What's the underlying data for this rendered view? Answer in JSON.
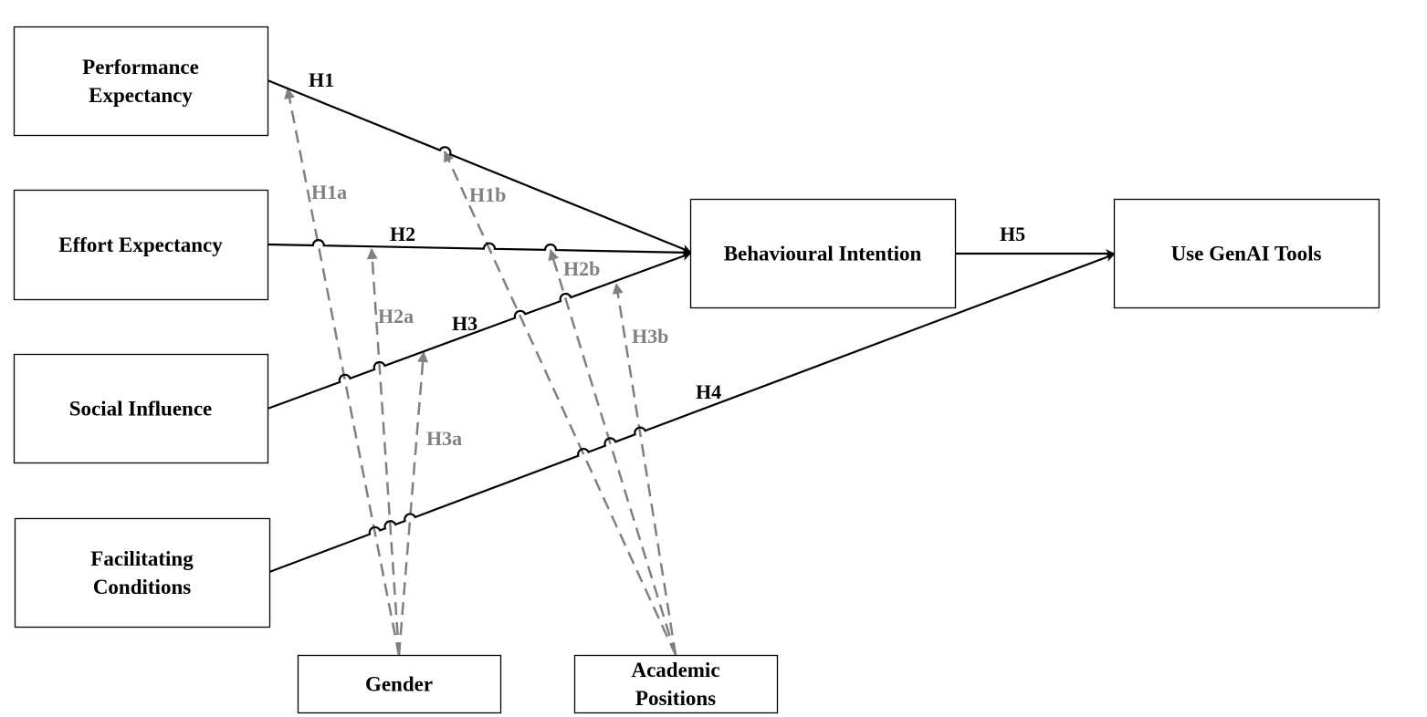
{
  "diagram": {
    "type": "research-model",
    "colors": {
      "construct_border": "#000000",
      "direct_path": "#000000",
      "moderation_path": "#808080",
      "direct_label": "#000000",
      "moderation_label": "#808080"
    },
    "constructs": [
      {
        "id": "pe",
        "lines": [
          "Performance",
          "Expectancy"
        ]
      },
      {
        "id": "ee",
        "lines": [
          "Effort Expectancy"
        ]
      },
      {
        "id": "si",
        "lines": [
          "Social Influence"
        ]
      },
      {
        "id": "fc",
        "lines": [
          "Facilitating",
          "Conditions"
        ]
      },
      {
        "id": "bi",
        "lines": [
          "Behavioural Intention"
        ]
      },
      {
        "id": "use",
        "lines": [
          "Use GenAI Tools"
        ]
      },
      {
        "id": "gender",
        "lines": [
          "Gender"
        ]
      },
      {
        "id": "academic",
        "lines": [
          "Academic",
          "Positions"
        ]
      }
    ],
    "direct_paths": [
      {
        "id": "H1",
        "label": "H1",
        "from": "pe",
        "to": "bi"
      },
      {
        "id": "H2",
        "label": "H2",
        "from": "ee",
        "to": "bi"
      },
      {
        "id": "H3",
        "label": "H3",
        "from": "si",
        "to": "bi"
      },
      {
        "id": "H4",
        "label": "H4",
        "from": "fc",
        "to": "use"
      },
      {
        "id": "H5",
        "label": "H5",
        "from": "bi",
        "to": "use"
      }
    ],
    "moderation_paths": [
      {
        "id": "H1a",
        "label": "H1a",
        "moderator": "gender",
        "target_path": "H1"
      },
      {
        "id": "H2a",
        "label": "H2a",
        "moderator": "gender",
        "target_path": "H2"
      },
      {
        "id": "H3a",
        "label": "H3a",
        "moderator": "gender",
        "target_path": "H3"
      },
      {
        "id": "H1b",
        "label": "H1b",
        "moderator": "academic",
        "target_path": "H1"
      },
      {
        "id": "H2b",
        "label": "H2b",
        "moderator": "academic",
        "target_path": "H2"
      },
      {
        "id": "H3b",
        "label": "H3b",
        "moderator": "academic",
        "target_path": "H3"
      }
    ]
  }
}
